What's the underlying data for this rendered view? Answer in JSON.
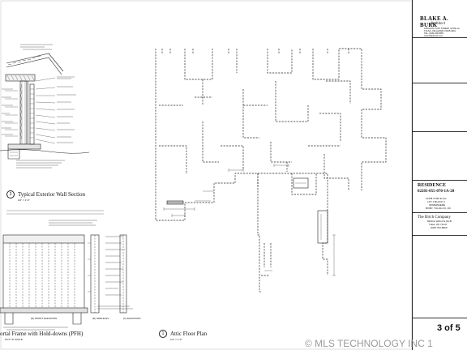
{
  "firm": {
    "name": "BLAKE A. BURK",
    "role": "Architect",
    "address": [
      "1250 EAST 51ST STREET, SUITE 1A",
      "TULSA, OKLAHOMA 74105-4901",
      "TEL: (918) 949-5555",
      "www.blakeburk.com"
    ]
  },
  "project": {
    "title": "RESIDENCE",
    "permit_no": "02201-055-070-1A-20",
    "address": [
      "12345 S 666 E Ave",
      "LOT 1 BLOCK 2",
      "SOMEWHERE",
      "BIXBY, TULSA CO, OK"
    ]
  },
  "client": {
    "name": "The Birch Company",
    "address": [
      "8220 E 122nd St #A-B",
      "Tulsa, OK 74137",
      "(918) 794-8969"
    ]
  },
  "drawings": [
    {
      "num": "3",
      "title": "Typical Exterior Wall Section",
      "scale": "1/2\" = 1'-0\""
    },
    {
      "num": "",
      "title": "ortal Frame with Hold-downs (PFH)",
      "scale": "NOT TO SCALE"
    },
    {
      "num": "1",
      "title": "Attic Floor Plan",
      "scale": "1/4\" = 1'-0\""
    }
  ],
  "elevation_labels": [
    "(E) FRONT ELEVATION",
    "(E) SIDE ELEV",
    "(C) ELEVATION"
  ],
  "sheet": {
    "label": "3 of 5"
  },
  "watermark": "© MLS TECHNOLOGY INC 1"
}
